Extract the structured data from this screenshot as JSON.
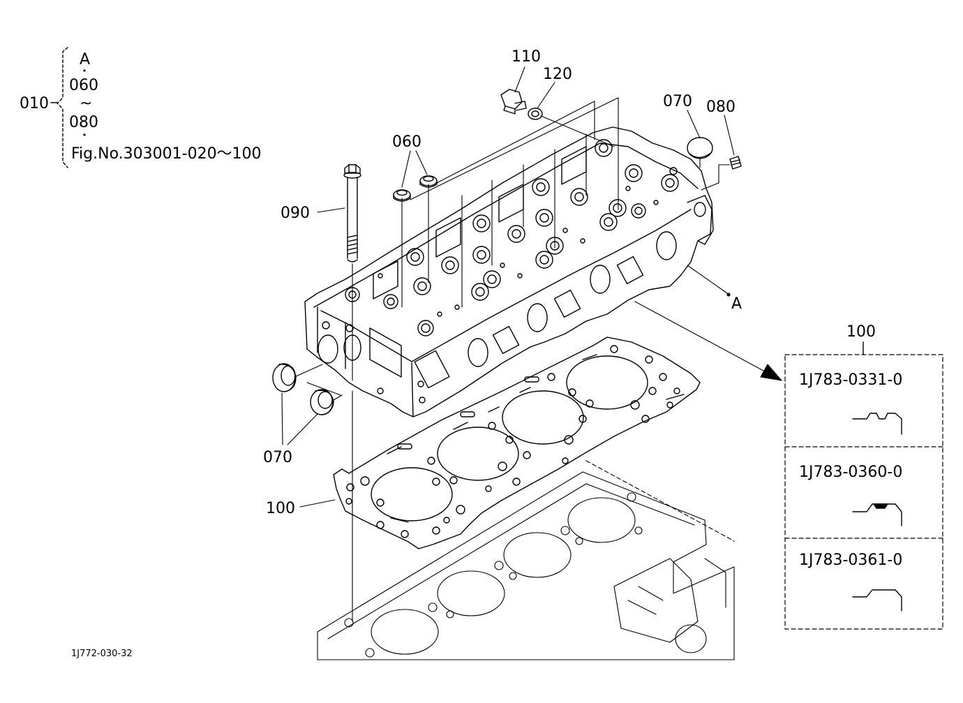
{
  "group": {
    "number": "010",
    "lines": [
      "A",
      "060",
      "~",
      "080",
      "Fig.No.303001-020～100"
    ]
  },
  "callouts": {
    "c110": "110",
    "c120": "120",
    "c070_top": "070",
    "c080": "080",
    "c060": "060",
    "c090": "090",
    "c070_bottom": "070",
    "c100": "100",
    "point_a": "A"
  },
  "variant_box": {
    "title": "100",
    "items": [
      "1J783-0331-0",
      "1J783-0360-0",
      "1J783-0361-0"
    ]
  },
  "drawing_id": "1J772-030-32"
}
